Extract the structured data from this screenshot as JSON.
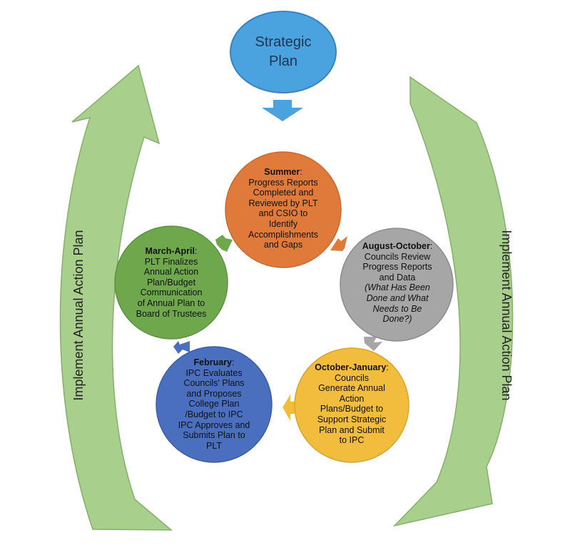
{
  "colors": {
    "start": "#4aa3df",
    "summer": "#e07a3a",
    "aug_oct": "#a6a6a6",
    "oct_jan": "#f2bd3c",
    "february": "#4a6fbf",
    "mar_apr": "#6fa84c",
    "big_arrow": "#a9cf8c",
    "big_arrow_edge": "#85b06a"
  },
  "start": {
    "line1": "Strategic",
    "line2": "Plan"
  },
  "nodes": {
    "summer": {
      "heading": "Summer",
      "lines": [
        "Progress Reports",
        "Completed and",
        "Reviewed by PLT",
        "and CSIO to",
        "Identify",
        "Accomplishments",
        "and Gaps"
      ]
    },
    "aug_oct": {
      "heading": "August-October",
      "lines": [
        "Councils Review",
        "Progress Reports",
        "and Data"
      ],
      "italic_lines": [
        "(What Has Been",
        "Done and What",
        "Needs to Be",
        "Done?)"
      ]
    },
    "oct_jan": {
      "heading": "October-January",
      "lines": [
        "Councils",
        "Generate Annual",
        "Action",
        "Plans/Budget to",
        "Support Strategic",
        "Plan and Submit",
        "to IPC"
      ]
    },
    "february": {
      "heading": "February",
      "lines": [
        "IPC Evaluates",
        "Councils' Plans",
        "and Proposes",
        "College Plan",
        "/Budget to IPC",
        "IPC Approves and",
        "Submits Plan to",
        "PLT"
      ]
    },
    "mar_apr": {
      "heading": "March-April",
      "lines": [
        "PLT Finalizes",
        "Annual Action",
        "Plan/Budget",
        "Communication",
        "of Annual Plan to",
        "Board of Trustees"
      ]
    }
  },
  "side_labels": {
    "left": "Implement Annual Action Plan",
    "right": "Implement Annual Action Plan"
  }
}
